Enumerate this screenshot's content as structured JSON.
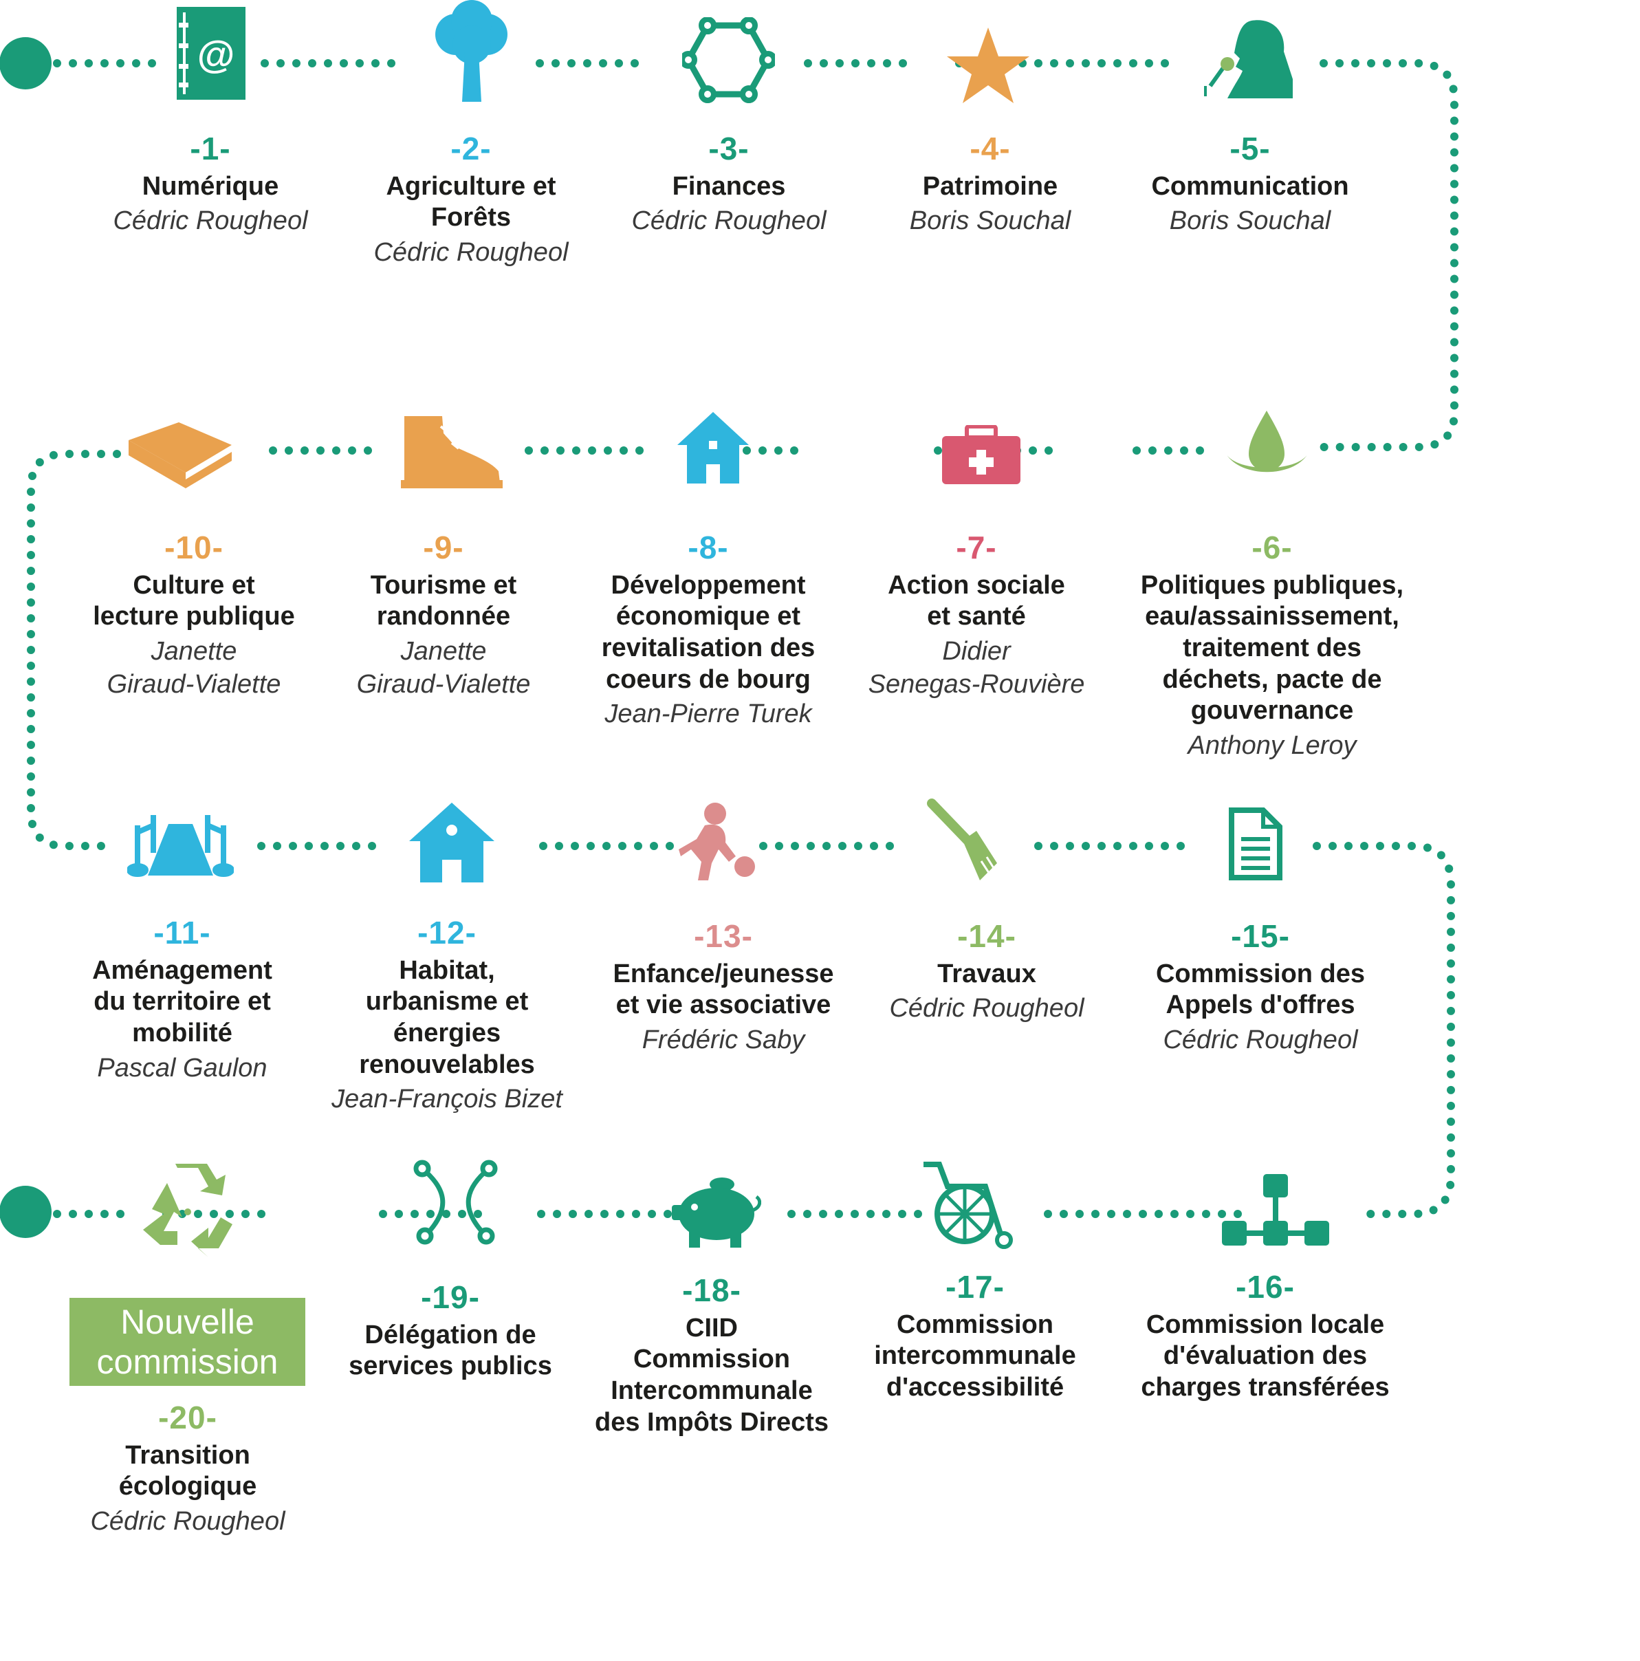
{
  "colors": {
    "green": "#1a9b78",
    "blue": "#2fb5dd",
    "orange": "#e9a14e",
    "red": "#d95870",
    "light_green": "#8dba64",
    "pink": "#dc8d8d"
  },
  "new_badge": "Nouvelle\ncommission",
  "items": [
    {
      "num": "-1-",
      "title": "Numérique",
      "person": "Cédric Rougheol",
      "icon": "address-book-icon",
      "color": "green"
    },
    {
      "num": "-2-",
      "title": "Agriculture et\nForêts",
      "person": "Cédric Rougheol",
      "icon": "tree-icon",
      "color": "blue"
    },
    {
      "num": "-3-",
      "title": "Finances",
      "person": "Cédric Rougheol",
      "icon": "hexagon-network-icon",
      "color": "green"
    },
    {
      "num": "-4-",
      "title": "Patrimoine",
      "person": "Boris Souchal",
      "icon": "star-icon",
      "color": "orange"
    },
    {
      "num": "-5-",
      "title": "Communication",
      "person": "Boris Souchal",
      "icon": "speaker-microphone-icon",
      "color": "green"
    },
    {
      "num": "-6-",
      "title": "Politiques publiques,\neau/assainissement,\ntraitement des\ndéchets, pacte de\ngouvernance",
      "person": "Anthony Leroy",
      "icon": "water-drop-icon",
      "color": "light_green"
    },
    {
      "num": "-7-",
      "title": "Action sociale\net santé",
      "person": "Didier\nSenegas-Rouvière",
      "icon": "first-aid-kit-icon",
      "color": "red"
    },
    {
      "num": "-8-",
      "title": "Développement\néconomique et\nrevitalisation des\ncoeurs de bourg",
      "person": "Jean-Pierre Turek",
      "icon": "house-icon",
      "color": "blue"
    },
    {
      "num": "-9-",
      "title": "Tourisme et\nrandonnée",
      "person": "Janette\nGiraud-Vialette",
      "icon": "hiking-boot-icon",
      "color": "orange"
    },
    {
      "num": "-10-",
      "title": "Culture et\nlecture publique",
      "person": "Janette\nGiraud-Vialette",
      "icon": "book-icon",
      "color": "orange"
    },
    {
      "num": "-11-",
      "title": "Aménagement\ndu territoire et\nmobilité",
      "person": "Pascal Gaulon",
      "icon": "road-icon",
      "color": "blue"
    },
    {
      "num": "-12-",
      "title": "Habitat,\nurbanisme et\nénergies\nrenouvelables",
      "person": "Jean-François Bizet",
      "icon": "house-icon",
      "color": "blue"
    },
    {
      "num": "-13-",
      "title": "Enfance/jeunesse\net vie associative",
      "person": "Frédéric Saby",
      "icon": "child-football-icon",
      "color": "pink"
    },
    {
      "num": "-14-",
      "title": "Travaux",
      "person": "Cédric Rougheol",
      "icon": "paintbrush-icon",
      "color": "light_green"
    },
    {
      "num": "-15-",
      "title": "Commission des\nAppels d'offres",
      "person": "Cédric Rougheol",
      "icon": "document-icon",
      "color": "green"
    },
    {
      "num": "-16-",
      "title": "Commission locale\nd'évaluation des\ncharges transférées",
      "person": "",
      "icon": "org-chart-icon",
      "color": "green"
    },
    {
      "num": "-17-",
      "title": "Commission\nintercommunale\nd'accessibilité",
      "person": "",
      "icon": "wheelchair-icon",
      "color": "green"
    },
    {
      "num": "-18-",
      "title": "CIID\nCommission\nIntercommunale\ndes Impôts Directs",
      "person": "",
      "icon": "piggy-bank-icon",
      "color": "green"
    },
    {
      "num": "-19-",
      "title": "Délégation de\nservices publics",
      "person": "",
      "icon": "crossing-arrows-icon",
      "color": "green"
    },
    {
      "num": "-20-",
      "title": "Transition\nécologique",
      "person": "Cédric Rougheol",
      "icon": "recycle-icon",
      "color": "light_green"
    }
  ]
}
